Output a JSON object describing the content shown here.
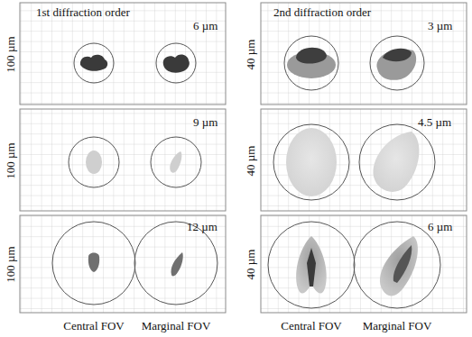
{
  "diagram": {
    "labels": [
      "1st diffraction order",
      "6 µm",
      "100 µm",
      "9 µm",
      "100 µm",
      "12 µm",
      "100 µm",
      "Central FOV",
      "Marginal FOV",
      "2nd diffraction order",
      "3 µm",
      "40 µm",
      "4.5 µm",
      "40 µm",
      "6 µm",
      "40 µm",
      "Central FOV",
      "Marginal FOV"
    ]
  }
}
